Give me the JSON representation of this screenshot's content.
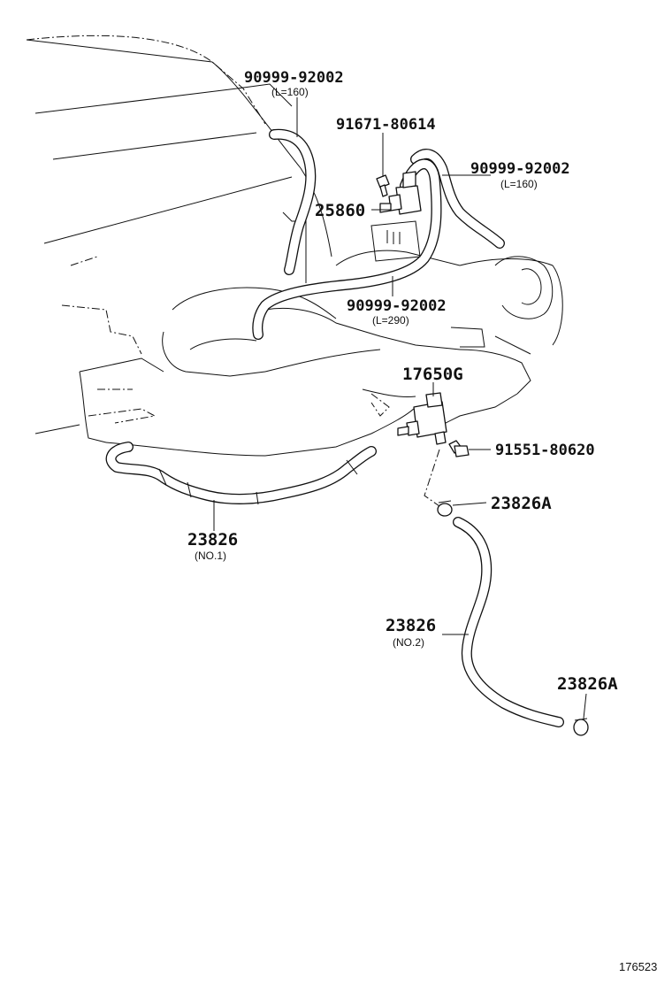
{
  "labels": {
    "hose_top_left": {
      "part_no": "90999-92002",
      "note": "(L=160)"
    },
    "bolt_top": {
      "part_no": "91671-80614"
    },
    "hose_top_right": {
      "part_no": "90999-92002",
      "note": "(L=160)"
    },
    "vsv_upper": {
      "part_no": "25860"
    },
    "hose_mid": {
      "part_no": "90999-92002",
      "note": "(L=290)"
    },
    "vsv_lower": {
      "part_no": "17650G"
    },
    "bolt_lower": {
      "part_no": "91551-80620"
    },
    "clamp_upper": {
      "part_no": "23826A"
    },
    "hose_no1": {
      "part_no": "23826",
      "note": "(NO.1)"
    },
    "hose_no2": {
      "part_no": "23826",
      "note": "(NO.2)"
    },
    "clamp_lower": {
      "part_no": "23826A"
    }
  },
  "figure_id": "176523",
  "colors": {
    "line": "#111111",
    "background": "#ffffff"
  }
}
